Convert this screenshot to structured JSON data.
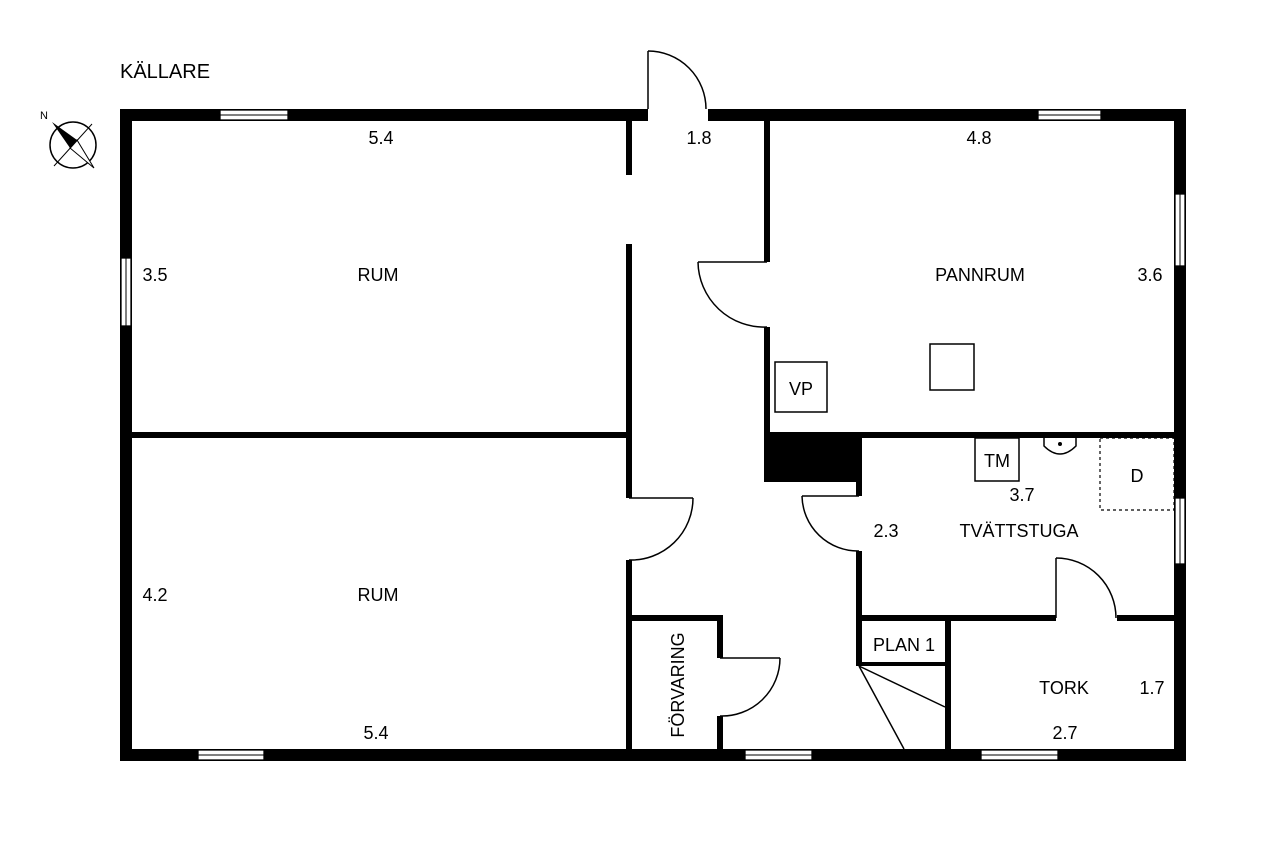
{
  "plan": {
    "title": "KÄLLARE",
    "compass": {
      "label": "N"
    }
  },
  "rooms": {
    "rum_top": {
      "name": "RUM",
      "width": "5.4",
      "depth": "3.5"
    },
    "rum_bottom": {
      "name": "RUM",
      "width": "5.4",
      "depth": "4.2"
    },
    "hall": {
      "width": "1.8"
    },
    "pannrum": {
      "name": "PANNRUM",
      "width": "4.8",
      "depth": "3.6"
    },
    "tvattstuga": {
      "name": "TVÄTTSTUGA",
      "width": "3.7",
      "depth": "2.3"
    },
    "tork": {
      "name": "TORK",
      "width": "2.7",
      "depth": "1.7"
    },
    "forvaring": {
      "name": "FÖRVARING"
    },
    "stair": {
      "label": "PLAN 1"
    }
  },
  "fixtures": {
    "vp": "VP",
    "tm": "TM",
    "d": "D"
  }
}
